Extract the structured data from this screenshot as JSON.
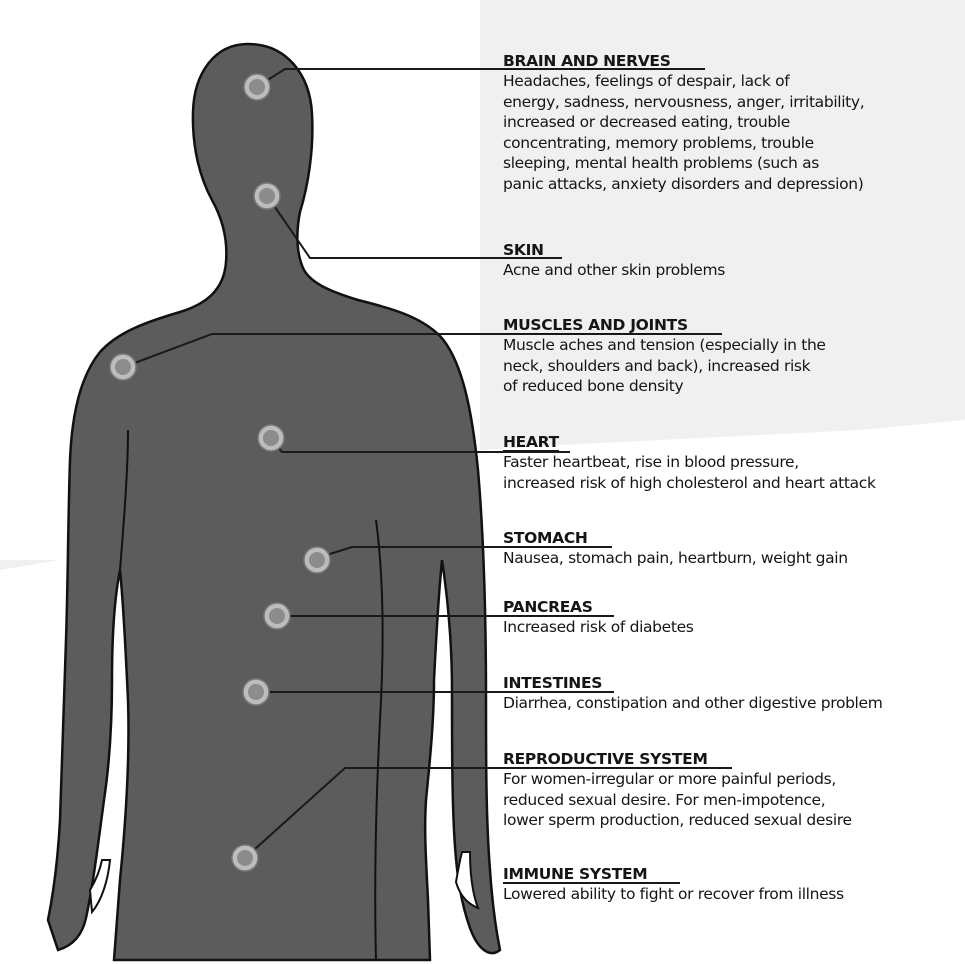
{
  "colors": {
    "body_fill": "#5c5c5c",
    "body_outline": "#111111",
    "background": "#ffffff",
    "background_shade": "#ececec",
    "marker_fill": "#9a9a9a",
    "marker_ring": "#c2c2c2",
    "leader_line": "#1a1a1a",
    "text": "#151515"
  },
  "sections": [
    {
      "key": "brain",
      "heading": "BRAIN AND NERVES",
      "lines": [
        "Headaches, feelings of despair, lack of",
        "energy, sadness, nervousness, anger, irritability,",
        "increased or decreased eating, trouble",
        "concentrating, memory problems, trouble",
        "sleeping, mental health problems (such as",
        "panic attacks, anxiety disorders and depression)"
      ]
    },
    {
      "key": "skin",
      "heading": "SKIN",
      "lines": [
        "Acne and other skin problems"
      ]
    },
    {
      "key": "muscles",
      "heading": "MUSCLES AND JOINTS",
      "lines": [
        "Muscle aches and tension (especially in the",
        "neck, shoulders and back), increased risk",
        "of reduced bone density"
      ]
    },
    {
      "key": "heart",
      "heading": "HEART",
      "lines": [
        "Faster heartbeat, rise in blood pressure,",
        "increased risk of high cholesterol and heart attack"
      ]
    },
    {
      "key": "stomach",
      "heading": "STOMACH",
      "lines": [
        "Nausea, stomach pain, heartburn, weight gain"
      ]
    },
    {
      "key": "pancreas",
      "heading": "PANCREAS",
      "lines": [
        "Increased risk of diabetes"
      ]
    },
    {
      "key": "intestines",
      "heading": "INTESTINES",
      "lines": [
        "Diarrhea, constipation and other digestive problem"
      ]
    },
    {
      "key": "reproductive",
      "heading": "REPRODUCTIVE SYSTEM",
      "lines": [
        "For women-irregular or more painful periods,",
        "reduced sexual desire. For men-impotence,",
        "lower sperm production, reduced sexual desire"
      ]
    },
    {
      "key": "immune",
      "heading": "IMMUNE SYSTEM",
      "lines": [
        "Lowered ability to fight or recover from illness"
      ]
    }
  ]
}
